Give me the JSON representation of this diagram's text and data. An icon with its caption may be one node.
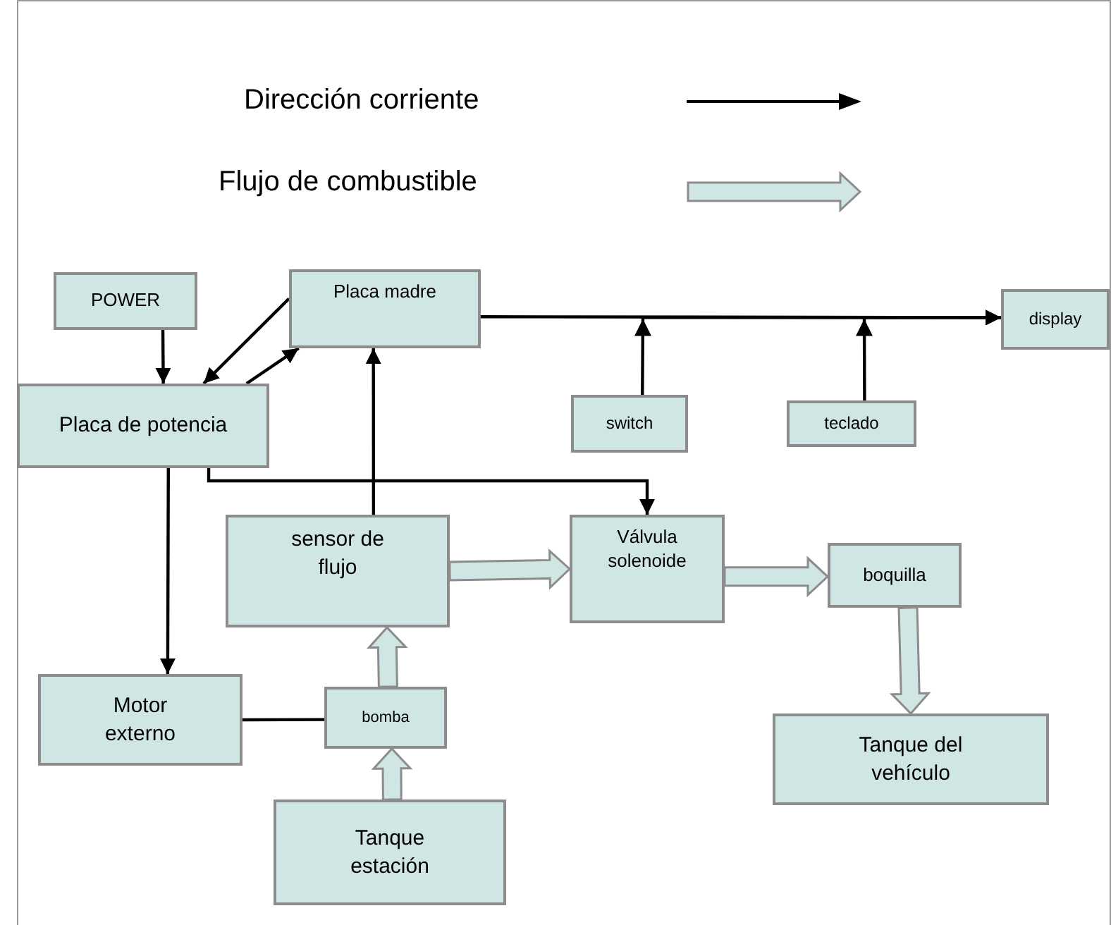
{
  "diagram": {
    "nodes": [
      {
        "text": [
          "POWER"
        ]
      },
      {
        "text": [
          "Placa madre"
        ]
      },
      {
        "text": [
          "Placa de potencia"
        ]
      },
      {
        "text": [
          "display"
        ]
      },
      {
        "text": [
          "switch"
        ]
      },
      {
        "text": [
          "teclado"
        ]
      },
      {
        "text": [
          "sensor de flujo"
        ]
      },
      {
        "text": [
          "Válvula solenoide"
        ]
      },
      {
        "text": [
          "boquilla"
        ]
      },
      {
        "text": [
          "Motor externo"
        ]
      },
      {
        "text": [
          "bomba"
        ]
      },
      {
        "text": [
          "Tanque estación"
        ]
      },
      {
        "text": [
          "Tanque del vehículo"
        ]
      }
    ],
    "edges": [
      {
        "from": 0,
        "to": 2,
        "arrow": "to"
      },
      {
        "from": 1,
        "to": 2,
        "arrow": "to"
      },
      {
        "from": 2,
        "to": 1,
        "arrow": "to"
      },
      {
        "from": 1,
        "to": 3,
        "arrow": "to"
      },
      {
        "from": 4,
        "to": 3,
        "arrow": "to"
      },
      {
        "from": 5,
        "to": 3,
        "arrow": "to"
      },
      {
        "from": 2,
        "to": 9,
        "arrow": "to"
      },
      {
        "from": 2,
        "to": 7,
        "arrow": "to"
      },
      {
        "from": 6,
        "to": 1,
        "arrow": "to"
      },
      {
        "from": 9,
        "to": 10,
        "arrow": "none"
      },
      {
        "from": 6,
        "to": 7,
        "arrow": "to",
        "style": "thick",
        "color": "#d0e6e4"
      },
      {
        "from": 7,
        "to": 8,
        "arrow": "to",
        "style": "thick",
        "color": "#d0e6e4"
      },
      {
        "from": 8,
        "to": 12,
        "arrow": "to",
        "style": "thick",
        "color": "#d0e6e4"
      },
      {
        "from": 10,
        "to": 6,
        "arrow": "to",
        "style": "thick",
        "color": "#d0e6e4"
      },
      {
        "from": 11,
        "to": 10,
        "arrow": "to",
        "style": "thick",
        "color": "#d0e6e4"
      }
    ],
    "legend": [
      {
        "text": "Dirección corriente"
      },
      {
        "text": "Flujo de combustible"
      }
    ]
  }
}
